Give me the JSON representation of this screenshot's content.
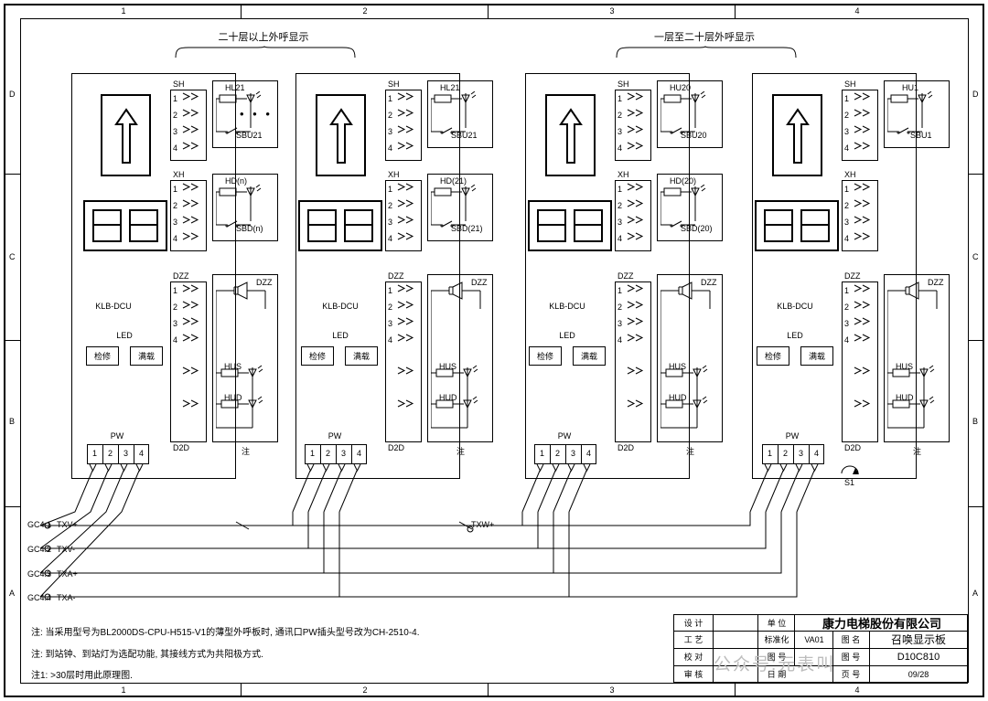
{
  "sheet": {
    "border_numbers_top": [
      "1",
      "2",
      "3",
      "4"
    ],
    "border_numbers_bottom": [
      "1",
      "2",
      "3",
      "4"
    ],
    "border_letters_left": [
      "D",
      "C",
      "B",
      "A"
    ],
    "border_letters_right": [
      "D",
      "C",
      "B",
      "A"
    ]
  },
  "headings": {
    "left": "二十层以上外呼显示",
    "right": "一层至二十层外呼显示"
  },
  "panels": [
    {
      "id": "panel-1",
      "board_label": "KLB-DCU",
      "led_label": "LED",
      "btn1": "检修",
      "btn2": "满载",
      "pw_label": "PW",
      "pw_pins": [
        "1",
        "2",
        "3",
        "4"
      ],
      "sh_label": "SH",
      "sh_pins": [
        "1",
        "2",
        "3",
        "4"
      ],
      "xh_label": "XH",
      "xh_pins": [
        "1",
        "2",
        "3",
        "4"
      ],
      "dzz_label": "DZZ",
      "dzz_pins": [
        "1",
        "2",
        "3",
        "4"
      ],
      "d2d_label": "D2D",
      "note_label": "注",
      "top_lamp": "HL21",
      "top_switch": "SBU21",
      "mid_lamp": "HD(n)",
      "mid_switch": "SBD(n)",
      "spk_label": "DZZ",
      "lamp_hus": "HUS",
      "lamp_hud": "HUD",
      "dots": "• • •"
    },
    {
      "id": "panel-2",
      "board_label": "KLB-DCU",
      "led_label": "LED",
      "btn1": "检修",
      "btn2": "满载",
      "pw_label": "PW",
      "pw_pins": [
        "1",
        "2",
        "3",
        "4"
      ],
      "sh_label": "SH",
      "sh_pins": [
        "1",
        "2",
        "3",
        "4"
      ],
      "xh_label": "XH",
      "xh_pins": [
        "1",
        "2",
        "3",
        "4"
      ],
      "dzz_label": "DZZ",
      "dzz_pins": [
        "1",
        "2",
        "3",
        "4"
      ],
      "d2d_label": "D2D",
      "note_label": "注",
      "top_lamp": "HL21",
      "top_switch": "SBU21",
      "mid_lamp": "HD(21)",
      "mid_switch": "SBD(21)",
      "spk_label": "DZZ",
      "lamp_hus": "HUS",
      "lamp_hud": "HUD",
      "dots": ""
    },
    {
      "id": "panel-3",
      "board_label": "KLB-DCU",
      "led_label": "LED",
      "btn1": "检修",
      "btn2": "满载",
      "pw_label": "PW",
      "pw_pins": [
        "1",
        "2",
        "3",
        "4"
      ],
      "sh_label": "SH",
      "sh_pins": [
        "1",
        "2",
        "3",
        "4"
      ],
      "xh_label": "XH",
      "xh_pins": [
        "1",
        "2",
        "3",
        "4"
      ],
      "dzz_label": "DZZ",
      "dzz_pins": [
        "1",
        "2",
        "3",
        "4"
      ],
      "d2d_label": "D2D",
      "note_label": "注",
      "top_lamp": "HU20",
      "top_switch": "SBU20",
      "mid_lamp": "HD(20)",
      "mid_switch": "SBD(20)",
      "spk_label": "DZZ",
      "lamp_hus": "HUS",
      "lamp_hud": "HUD",
      "dots": ""
    },
    {
      "id": "panel-4",
      "board_label": "KLB-DCU",
      "led_label": "LED",
      "btn1": "检修",
      "btn2": "满载",
      "pw_label": "PW",
      "pw_pins": [
        "1",
        "2",
        "3",
        "4"
      ],
      "sh_label": "SH",
      "sh_pins": [
        "1",
        "2",
        "3",
        "4"
      ],
      "xh_label": "XH",
      "xh_pins": [
        "1",
        "2",
        "3",
        "4"
      ],
      "dzz_label": "DZZ",
      "dzz_pins": [
        "1",
        "2",
        "3",
        "4"
      ],
      "d2d_label": "D2D",
      "note_label": "注",
      "top_lamp": "HU1",
      "top_switch": "SBU1",
      "mid_lamp": "",
      "mid_switch": "",
      "spk_label": "DZZ",
      "lamp_hus": "HUS",
      "lamp_hud": "HUD",
      "dots": "",
      "s1_label": "S1"
    }
  ],
  "bus": {
    "lines": [
      {
        "terminal": "GC4.1",
        "name": "TXV+"
      },
      {
        "terminal": "GC4.2",
        "name": "TXV-"
      },
      {
        "terminal": "GC4.3",
        "name": "TXA+"
      },
      {
        "terminal": "GC4.4",
        "name": "TXA-"
      }
    ],
    "mid_label": "TXW+"
  },
  "notes": [
    "注:  当采用型号为BL2000DS-CPU-H515-V1的薄型外呼板时, 通讯口PW插头型号改为CH-2510-4.",
    "注:  到站钟、到站灯为选配功能, 其接线方式为共阳极方式.",
    "注1:  >30层时用此原理图."
  ],
  "titleblock": {
    "rows": [
      {
        "label": "设 计",
        "value": ""
      },
      {
        "label": "工 艺",
        "value": ""
      },
      {
        "label": "校 对",
        "value": ""
      },
      {
        "label": "审 核",
        "value": ""
      }
    ],
    "unit_label": "单 位",
    "company": "康力电梯股份有限公司",
    "std_label": "标准化",
    "std_value": "VA01",
    "name_label": "图 名",
    "name_value": "召唤显示板",
    "num_label": "图 号",
    "num_value": "D10C810",
    "date_label": "日 期",
    "page_label": "页 号",
    "page_value": "09/28",
    "watermark": "公众号:元表叫"
  }
}
